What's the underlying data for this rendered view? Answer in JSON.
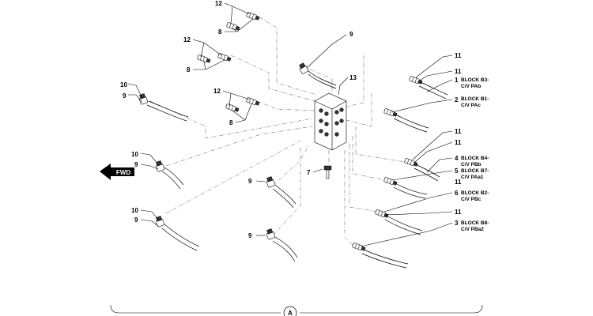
{
  "callouts": {
    "c12a": "12",
    "c8a": "8",
    "c12b": "12",
    "c8b": "8",
    "c9top": "9",
    "c10a": "10",
    "c9a": "9",
    "c13": "13",
    "c12c": "12",
    "c8c": "8",
    "c10b": "10",
    "c9b": "9",
    "c7": "7",
    "c9c": "9",
    "c10c": "10",
    "c9d": "9",
    "c9e": "9",
    "c11a": "11",
    "c11b": "11",
    "n1": "1",
    "n2": "2",
    "c11c": "11",
    "c11d": "11",
    "n4": "4",
    "n5": "5",
    "c11e": "11",
    "n6": "6",
    "c11f": "11",
    "n3": "3"
  },
  "blocks": {
    "b3": "BLOCK B3-",
    "b3s": "C/V PAb",
    "b1": "BLOCK B1-",
    "b1s": "C/V PAc",
    "b4": "BLOCK B4-",
    "b4s": "C/V PBb",
    "b7": "BLOCK B7-",
    "b7s": "C/V PAa1",
    "b2": "BLOCK B2-",
    "b2s": "C/V PBc",
    "b8": "BLOCK B8-",
    "b8s": "C/V PBa2"
  },
  "fwd": "FWD",
  "view_marker": "A"
}
